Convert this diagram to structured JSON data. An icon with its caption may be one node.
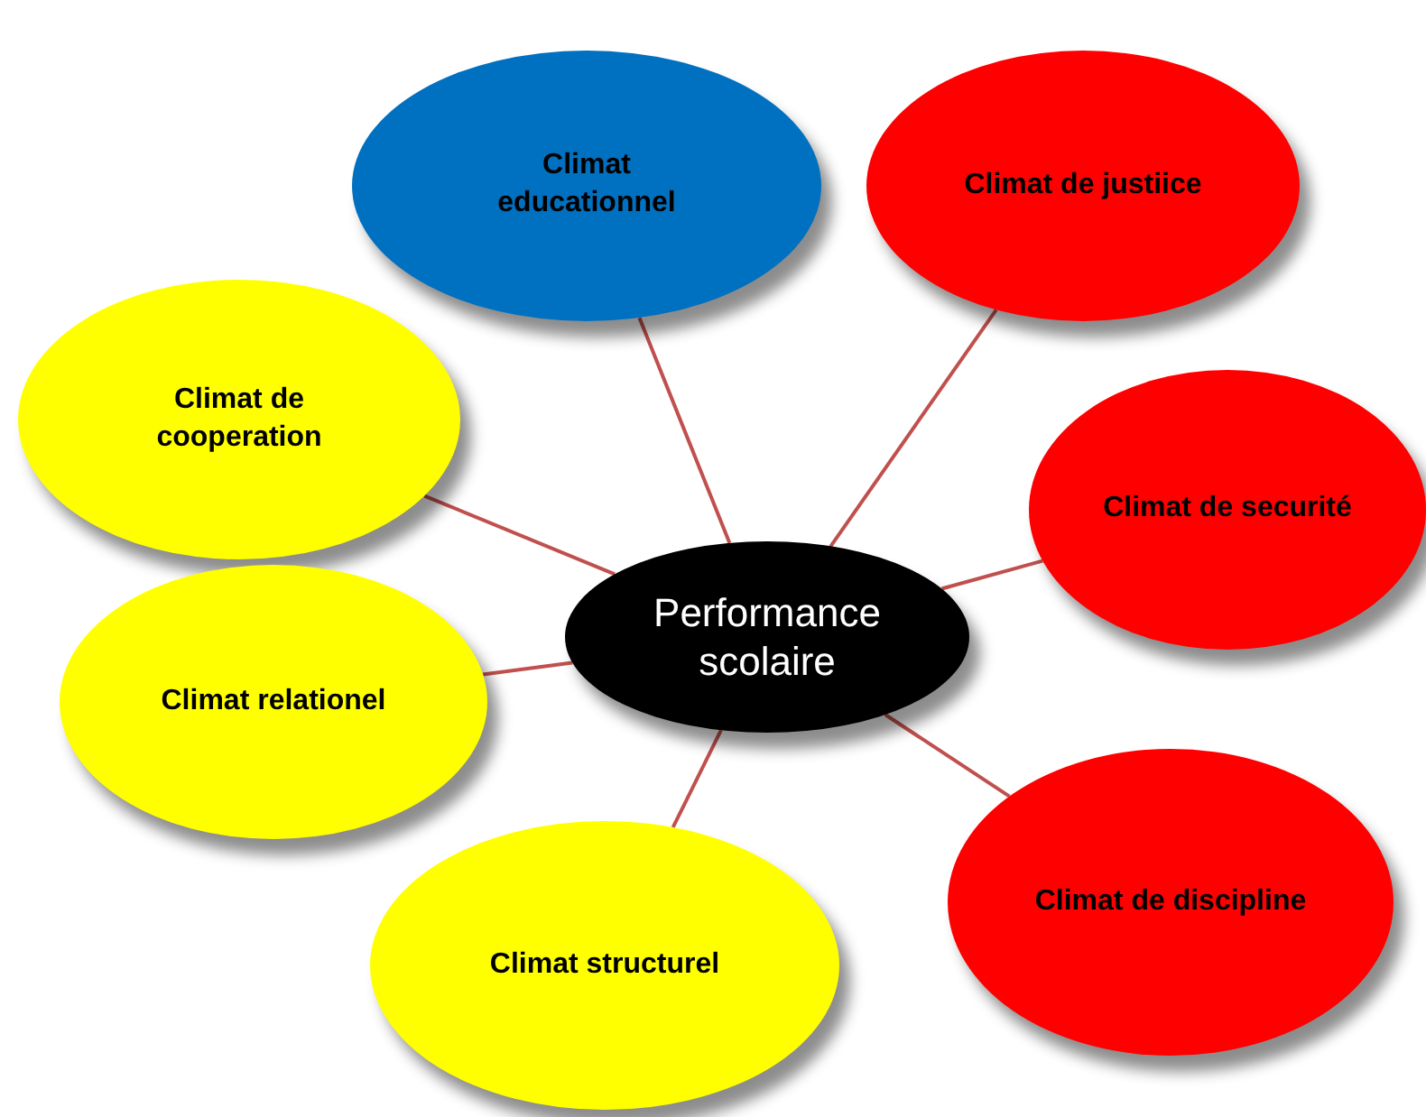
{
  "diagram": {
    "nodes": [
      {
        "text": [
          "Climat educationnel"
        ]
      },
      {
        "text": [
          "Climat de justiice"
        ]
      },
      {
        "text": [
          "Climat de cooperation"
        ]
      },
      {
        "text": [
          "Climat de securité"
        ]
      },
      {
        "text": [
          "Performance scolaire"
        ]
      },
      {
        "text": [
          "Climat relationel"
        ]
      },
      {
        "text": [
          "Climat de discipline"
        ]
      },
      {
        "text": [
          "Climat structurel"
        ]
      }
    ],
    "edges": [
      {
        "from": 0,
        "to": 4,
        "arrow": "none"
      },
      {
        "from": 1,
        "to": 4,
        "arrow": "none"
      },
      {
        "from": 2,
        "to": 4,
        "arrow": "none"
      },
      {
        "from": 3,
        "to": 4,
        "arrow": "none"
      },
      {
        "from": 5,
        "to": 4,
        "arrow": "none"
      },
      {
        "from": 6,
        "to": 4,
        "arrow": "none"
      },
      {
        "from": 7,
        "to": 4,
        "arrow": "none"
      }
    ]
  }
}
